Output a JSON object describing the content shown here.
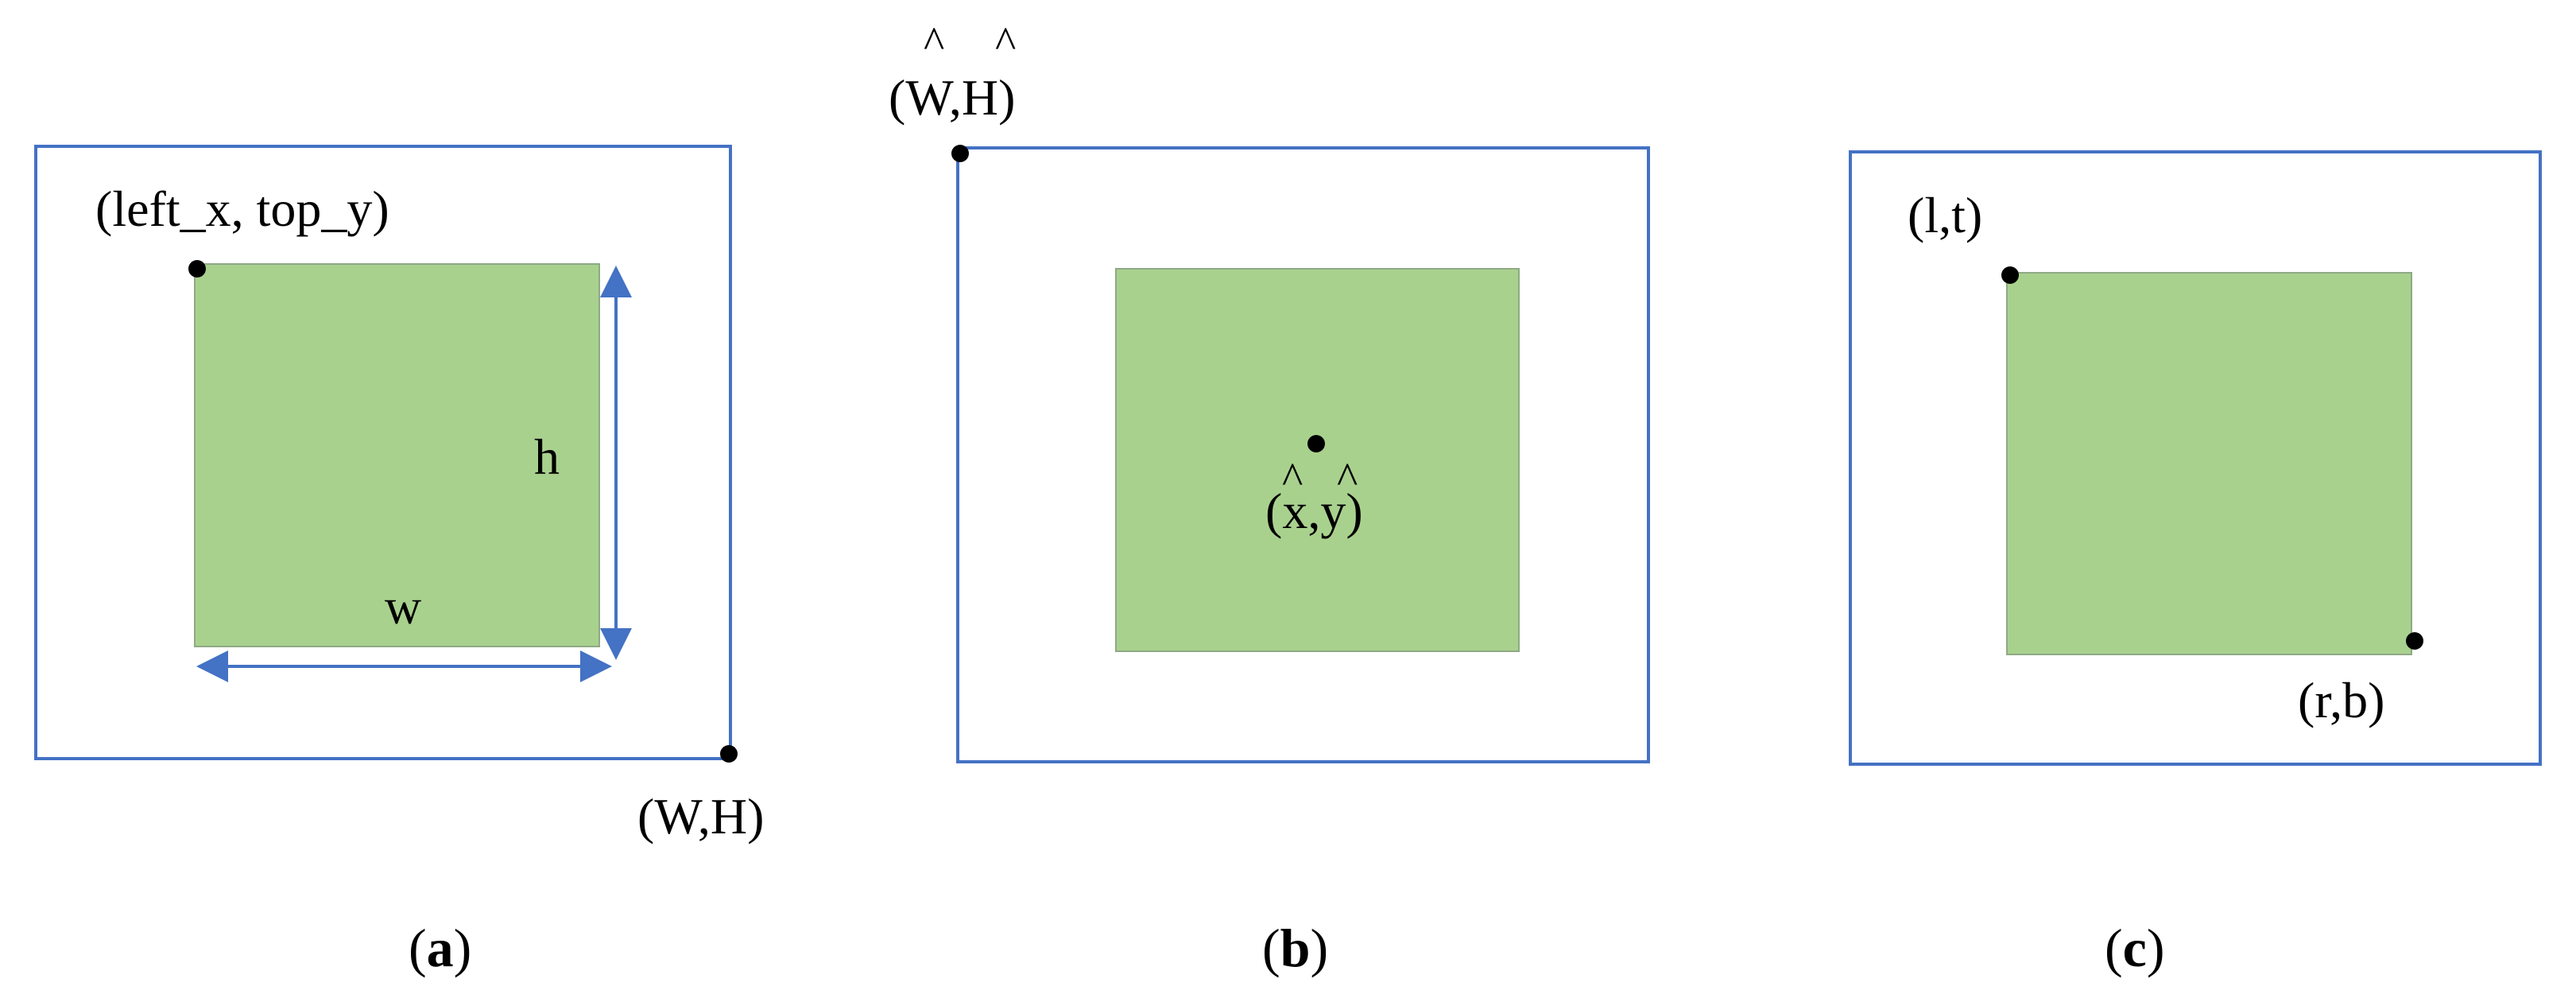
{
  "colors": {
    "frame": "#4472C4",
    "box_fill": "#A9D18E",
    "box_stroke": "#8FA985",
    "arrow": "#4472C4",
    "point": "#000000"
  },
  "panel_a": {
    "point_top_left": "(left_x, top_y)",
    "point_bottom_right": "(W,H)",
    "height_label": "h",
    "width_label": "w",
    "caption": {
      "open": "(",
      "letter": "a",
      "close": ")"
    }
  },
  "panel_b": {
    "point_top_left": "(W,H)",
    "hat_1": "^",
    "hat_2": "^",
    "center_label": "(x,y)",
    "hat_3": "^",
    "hat_4": "^",
    "caption": {
      "open": "(",
      "letter": "b",
      "close": ")"
    }
  },
  "panel_c": {
    "point_top_left": "(l,t)",
    "point_bottom_right": "(r,b)",
    "caption": {
      "open": "(",
      "letter": "c",
      "close": ")"
    }
  }
}
